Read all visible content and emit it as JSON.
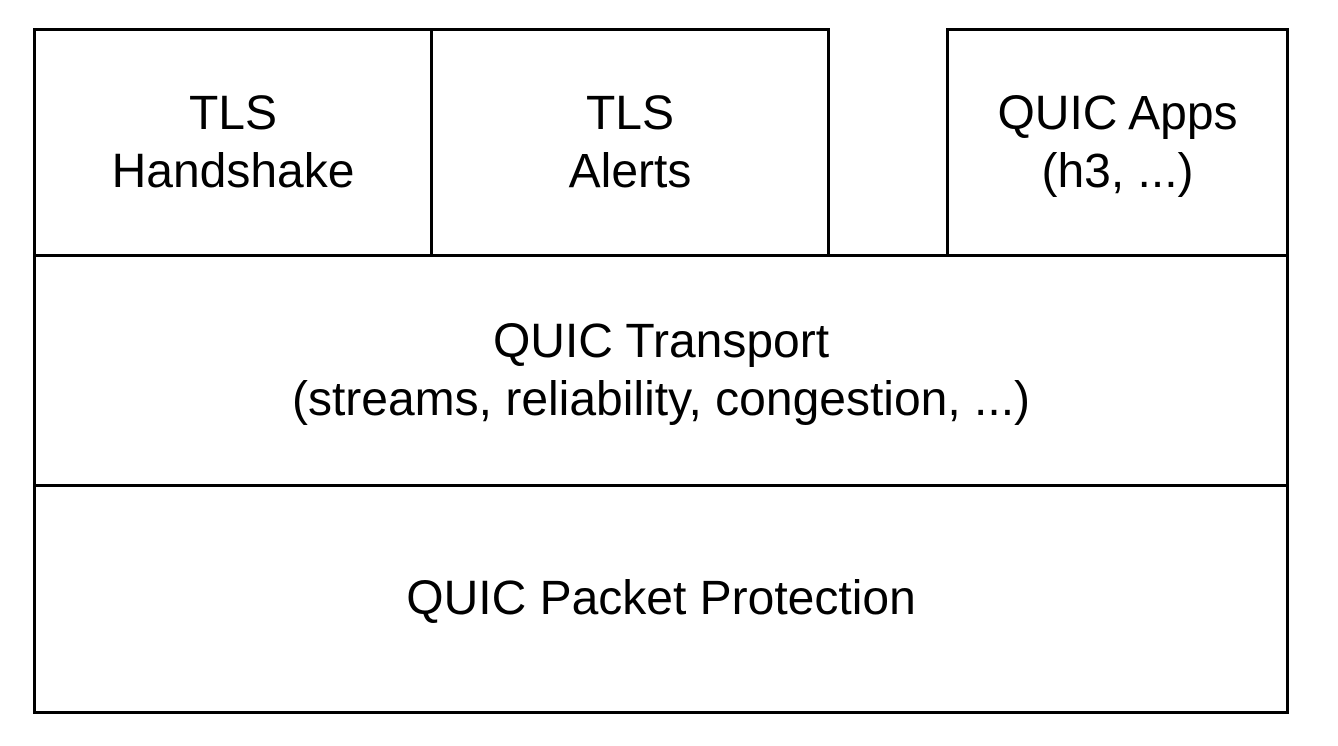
{
  "diagram": {
    "type": "protocol-layer-diagram",
    "colors": {
      "border-color": "#000000",
      "text-color": "#000000",
      "background-color": "#ffffff"
    },
    "boxes": {
      "tls_handshake": {
        "line1": "TLS",
        "line2": "Handshake"
      },
      "tls_alerts": {
        "line1": "TLS",
        "line2": "Alerts"
      },
      "quic_apps": {
        "line1": "QUIC Apps",
        "line2": "(h3, ...)"
      },
      "quic_transport": {
        "line1": "QUIC Transport",
        "line2": "(streams, reliability, congestion, ...)"
      },
      "quic_packet_protection": {
        "line1": "QUIC Packet Protection"
      }
    }
  }
}
